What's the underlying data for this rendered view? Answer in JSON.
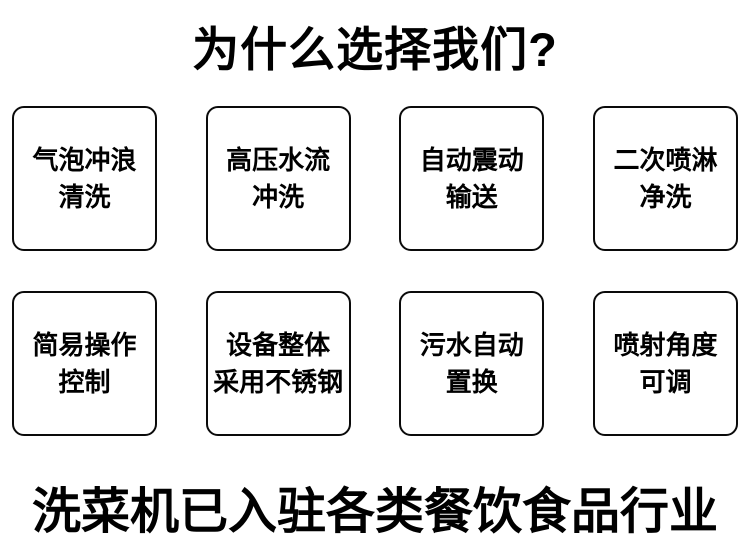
{
  "page": {
    "background_color": "#ffffff",
    "text_color": "#000000",
    "box_border_color": "#0a0a0a"
  },
  "header": {
    "title": "为什么选择我们?"
  },
  "features": [
    {
      "line1": "气泡冲浪",
      "line2": "清洗"
    },
    {
      "line1": "高压水流",
      "line2": "冲洗"
    },
    {
      "line1": "自动震动",
      "line2": "输送"
    },
    {
      "line1": "二次喷淋",
      "line2": "净洗"
    },
    {
      "line1": "简易操作",
      "line2": "控制"
    },
    {
      "line1": "设备整体",
      "line2": "采用不锈钢"
    },
    {
      "line1": "污水自动",
      "line2": "置换"
    },
    {
      "line1": "喷射角度",
      "line2": "可调"
    }
  ],
  "footer": {
    "title": "洗菜机已入驻各类餐饮食品行业"
  }
}
